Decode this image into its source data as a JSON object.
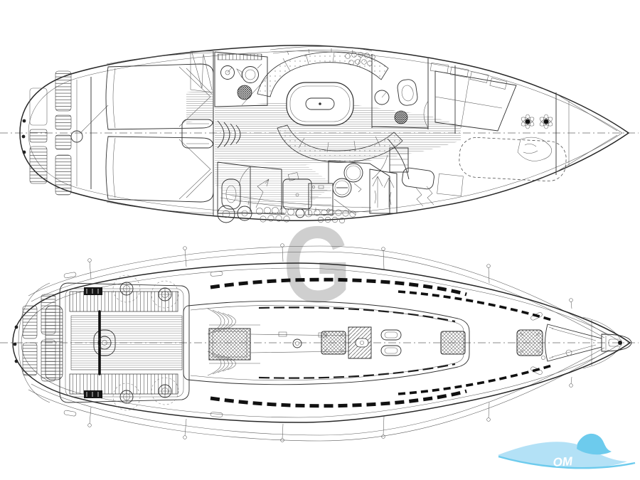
{
  "image": {
    "kind": "scanned-technical-drawing",
    "subject": "sailing-yacht-plan-views",
    "background_color": "#ffffff",
    "ink_color": "#2f2f2f",
    "fine_line_color": "#777777"
  },
  "watermarks": {
    "letter": {
      "text": "G",
      "color": "#cfcfcf"
    },
    "swoosh": {
      "text": "OM",
      "wave_color": "#a6dcf5",
      "accent_color": "#54c2ea",
      "text_color": "#ffffff"
    }
  },
  "views": [
    {
      "name": "interior-accommodation-plan",
      "position": "top",
      "parts": [
        "hull",
        "swim-platform",
        "aft-double-berth",
        "pillows",
        "rudder-stock",
        "wardrobe",
        "galley-stove",
        "galley-pot",
        "galley-sink",
        "mast-station",
        "cabin-sole",
        "saloon-table",
        "u-settee",
        "lower-settee",
        "bottle-rack",
        "forward-heads",
        "wc",
        "washbasin",
        "v-berth",
        "reading-lamps",
        "chain-locker",
        "companionway-steps",
        "aft-heads",
        "shower",
        "chart-table",
        "instrument-panel",
        "hanging-locker",
        "galley-sinks",
        "slatted-locker",
        "locker-shelves"
      ]
    },
    {
      "name": "deck-plan",
      "position": "bottom",
      "parts": [
        "hull",
        "toe-rail",
        "lifelines",
        "stanchions",
        "pushpit",
        "pulpit",
        "swim-platform",
        "cockpit",
        "cockpit-benches",
        "cockpit-sole",
        "steering-wheel",
        "pedestal",
        "winches",
        "traveler",
        "sprayhood",
        "companionway-hatch",
        "coachroof",
        "handrails",
        "halyard-leads",
        "dorade-vent",
        "saloon-hatch",
        "mast-collar",
        "small-hatches",
        "mid-hatch",
        "fore-hatch",
        "anchor-locker",
        "bow-platform",
        "anchor-roller",
        "genoa-tracks",
        "cleats"
      ]
    }
  ]
}
